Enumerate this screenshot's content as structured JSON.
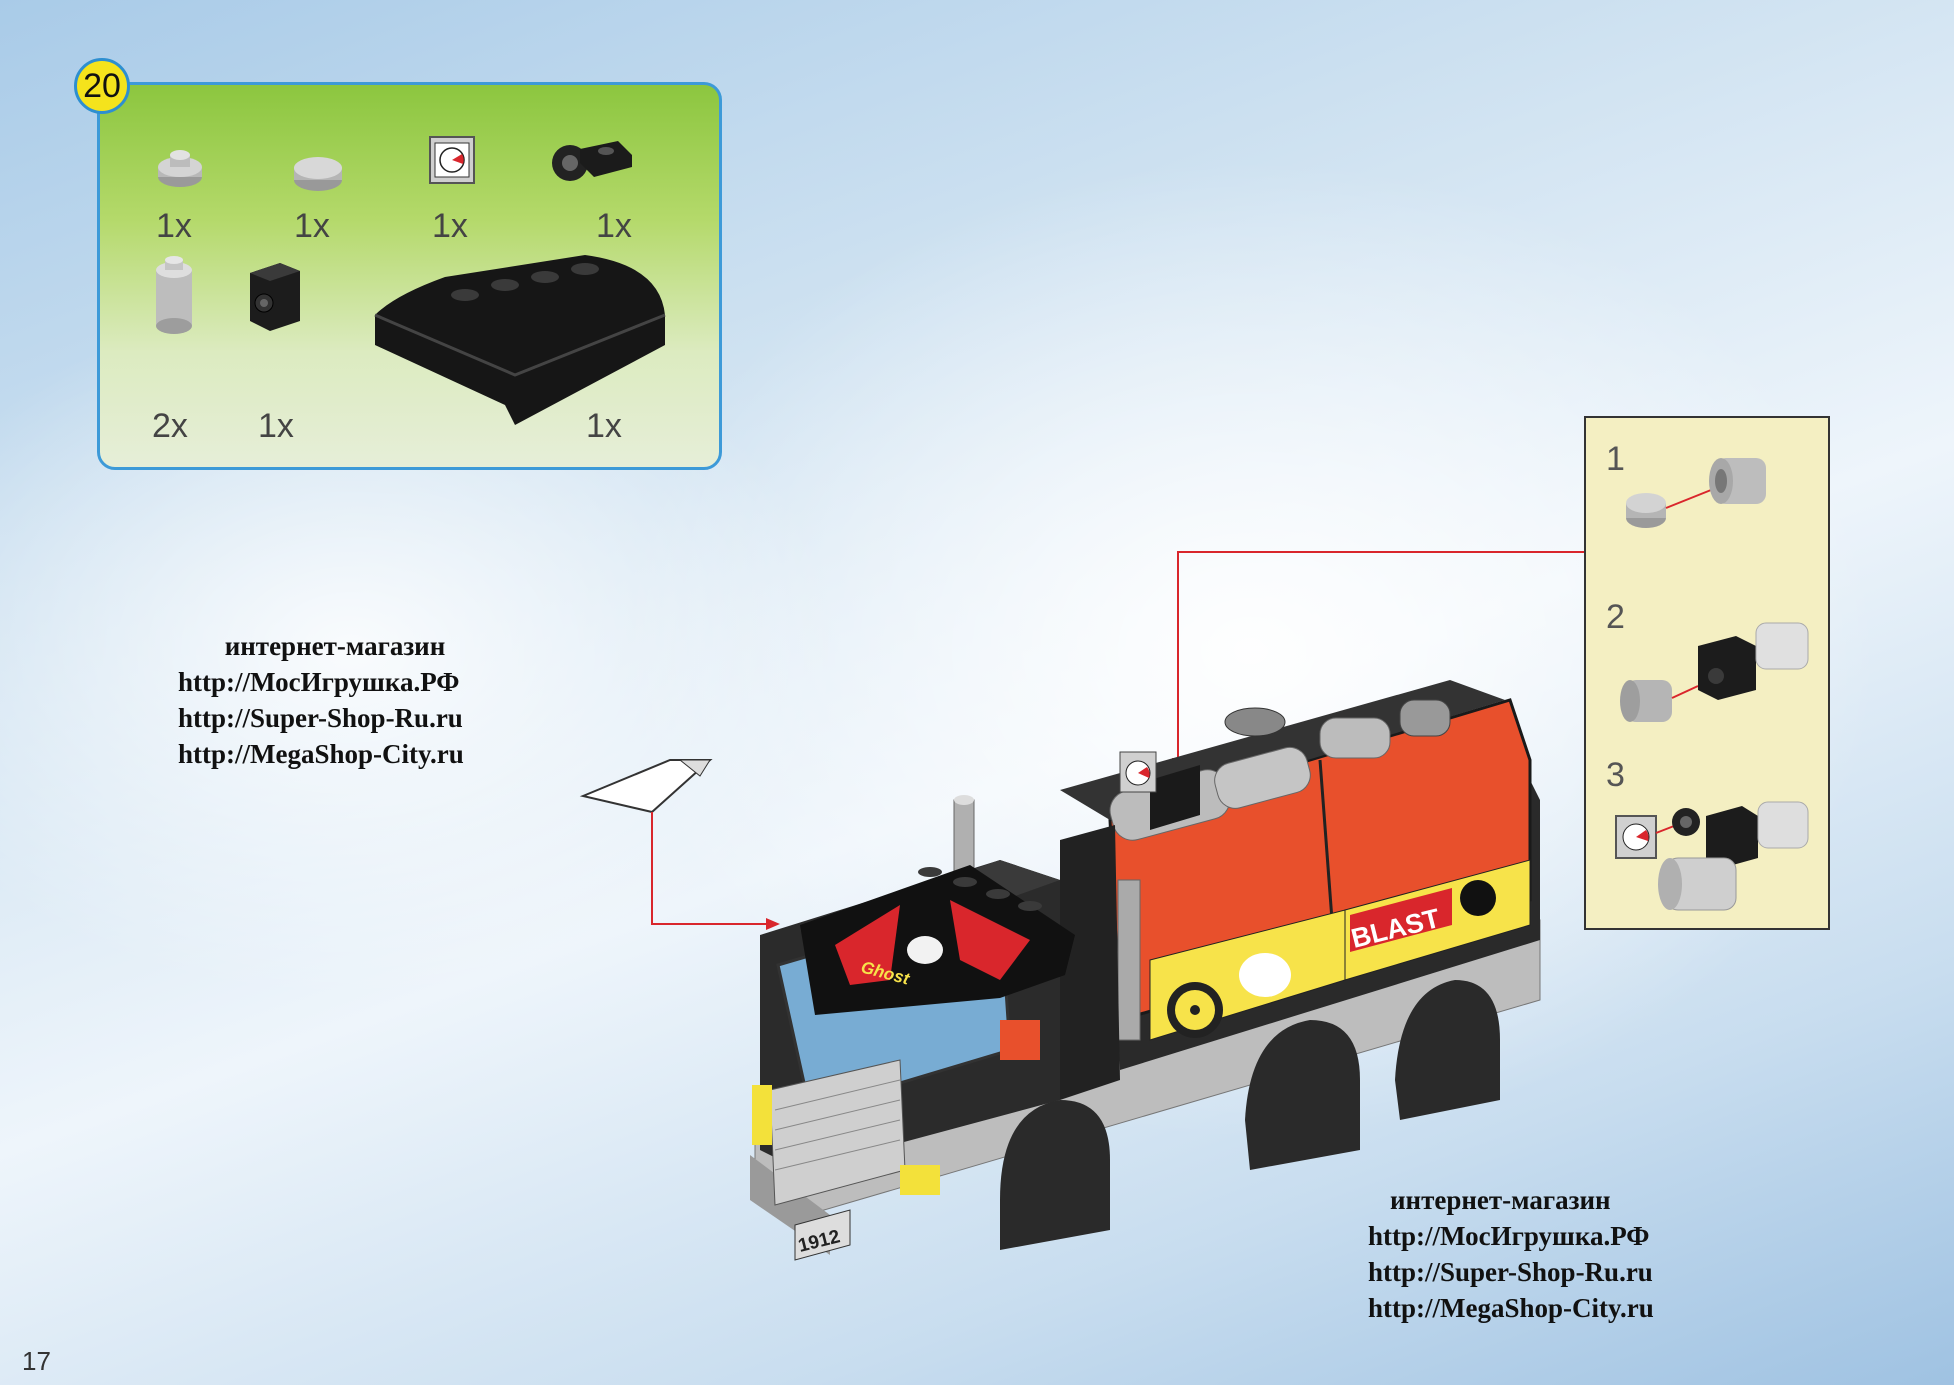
{
  "step": {
    "number": "20"
  },
  "parts": [
    {
      "name": "round-plate-1x1",
      "qty": "1x"
    },
    {
      "name": "round-tile-1x1",
      "qty": "1x"
    },
    {
      "name": "gauge-tile-1x1",
      "qty": "1x"
    },
    {
      "name": "wheel-holder-plate",
      "qty": "1x"
    },
    {
      "name": "round-brick-1x1",
      "qty": "2x"
    },
    {
      "name": "brick-with-stud",
      "qty": "1x"
    },
    {
      "name": "curved-slope-black",
      "qty": "1x"
    }
  ],
  "substeps": [
    "1",
    "2",
    "3"
  ],
  "watermark_left": [
    "интернет-магазин",
    "http://МосИгрушка.РФ",
    "http://Super-Shop-Ru.ru",
    "http://MegaShop-City.ru"
  ],
  "watermark_right": [
    "интернет-магазин",
    "http://МосИгрушка.РФ",
    "http://Super-Shop-Ru.ru",
    "http://MegaShop-City.ru"
  ],
  "truck": {
    "plate": "1912",
    "decal_blast": "BLAST",
    "decal_ghost": "Ghost"
  },
  "page": {
    "number": "17"
  },
  "colors": {
    "panel_border": "#3d9ad8",
    "badge": "#f5e31c",
    "arrow": "#d9262c",
    "tank": "#e8502c"
  }
}
